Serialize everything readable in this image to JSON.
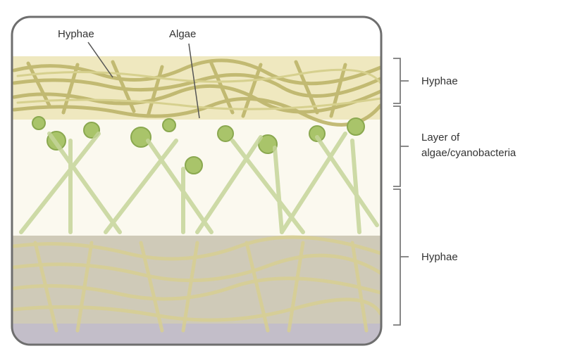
{
  "labels": {
    "top_hyphae": "Hyphae",
    "algae": "Algae",
    "right_upper_hyphae": "Hyphae",
    "layer_line1": "Layer of",
    "layer_line2": "algae/cyanobacteria",
    "right_lower_hyphae": "Hyphae"
  },
  "colors": {
    "frame": "#6e6e6e",
    "cortex_fill": "#f7f1d4",
    "hyphae_dense": "#c9c27a",
    "hyphae_light": "#d8d39a",
    "algae_green": "#a9c46a",
    "medulla_fill": "#fbf9ef",
    "lower_fill": "#c7c3b9",
    "lower_tint": "#bdb9d0",
    "bracket": "#7a7a7a"
  }
}
